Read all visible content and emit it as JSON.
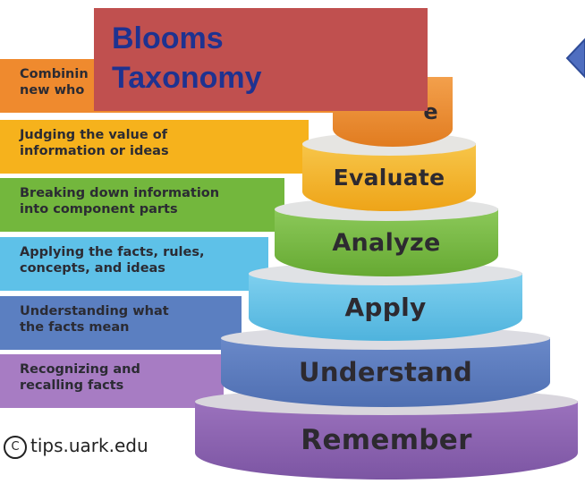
{
  "title": {
    "line1": "Blooms",
    "line2": "Taxonomy"
  },
  "credit": "tips.uark.edu",
  "copyright_symbol": "C",
  "levels": [
    {
      "name": "Create",
      "visible_label": "e",
      "description": [
        "Combinin",
        "new who"
      ],
      "color": "#ef8a2e"
    },
    {
      "name": "Evaluate",
      "visible_label": "Evaluate",
      "description": [
        "Judging the value of",
        "information or ideas"
      ],
      "color": "#f6b21c"
    },
    {
      "name": "Analyze",
      "visible_label": "Analyze",
      "description": [
        "Breaking down information",
        "into component parts"
      ],
      "color": "#73b73d"
    },
    {
      "name": "Apply",
      "visible_label": "Apply",
      "description": [
        "Applying the facts, rules,",
        "concepts, and ideas"
      ],
      "color": "#5ec1e8"
    },
    {
      "name": "Understand",
      "visible_label": "Understand",
      "description": [
        "Understanding what",
        "the facts mean"
      ],
      "color": "#5b7fc1"
    },
    {
      "name": "Remember",
      "visible_label": "Remember",
      "description": [
        "Recognizing and",
        "recalling facts"
      ],
      "color": "#a77cc3"
    }
  ],
  "nav_icon": "chevron-left-icon"
}
